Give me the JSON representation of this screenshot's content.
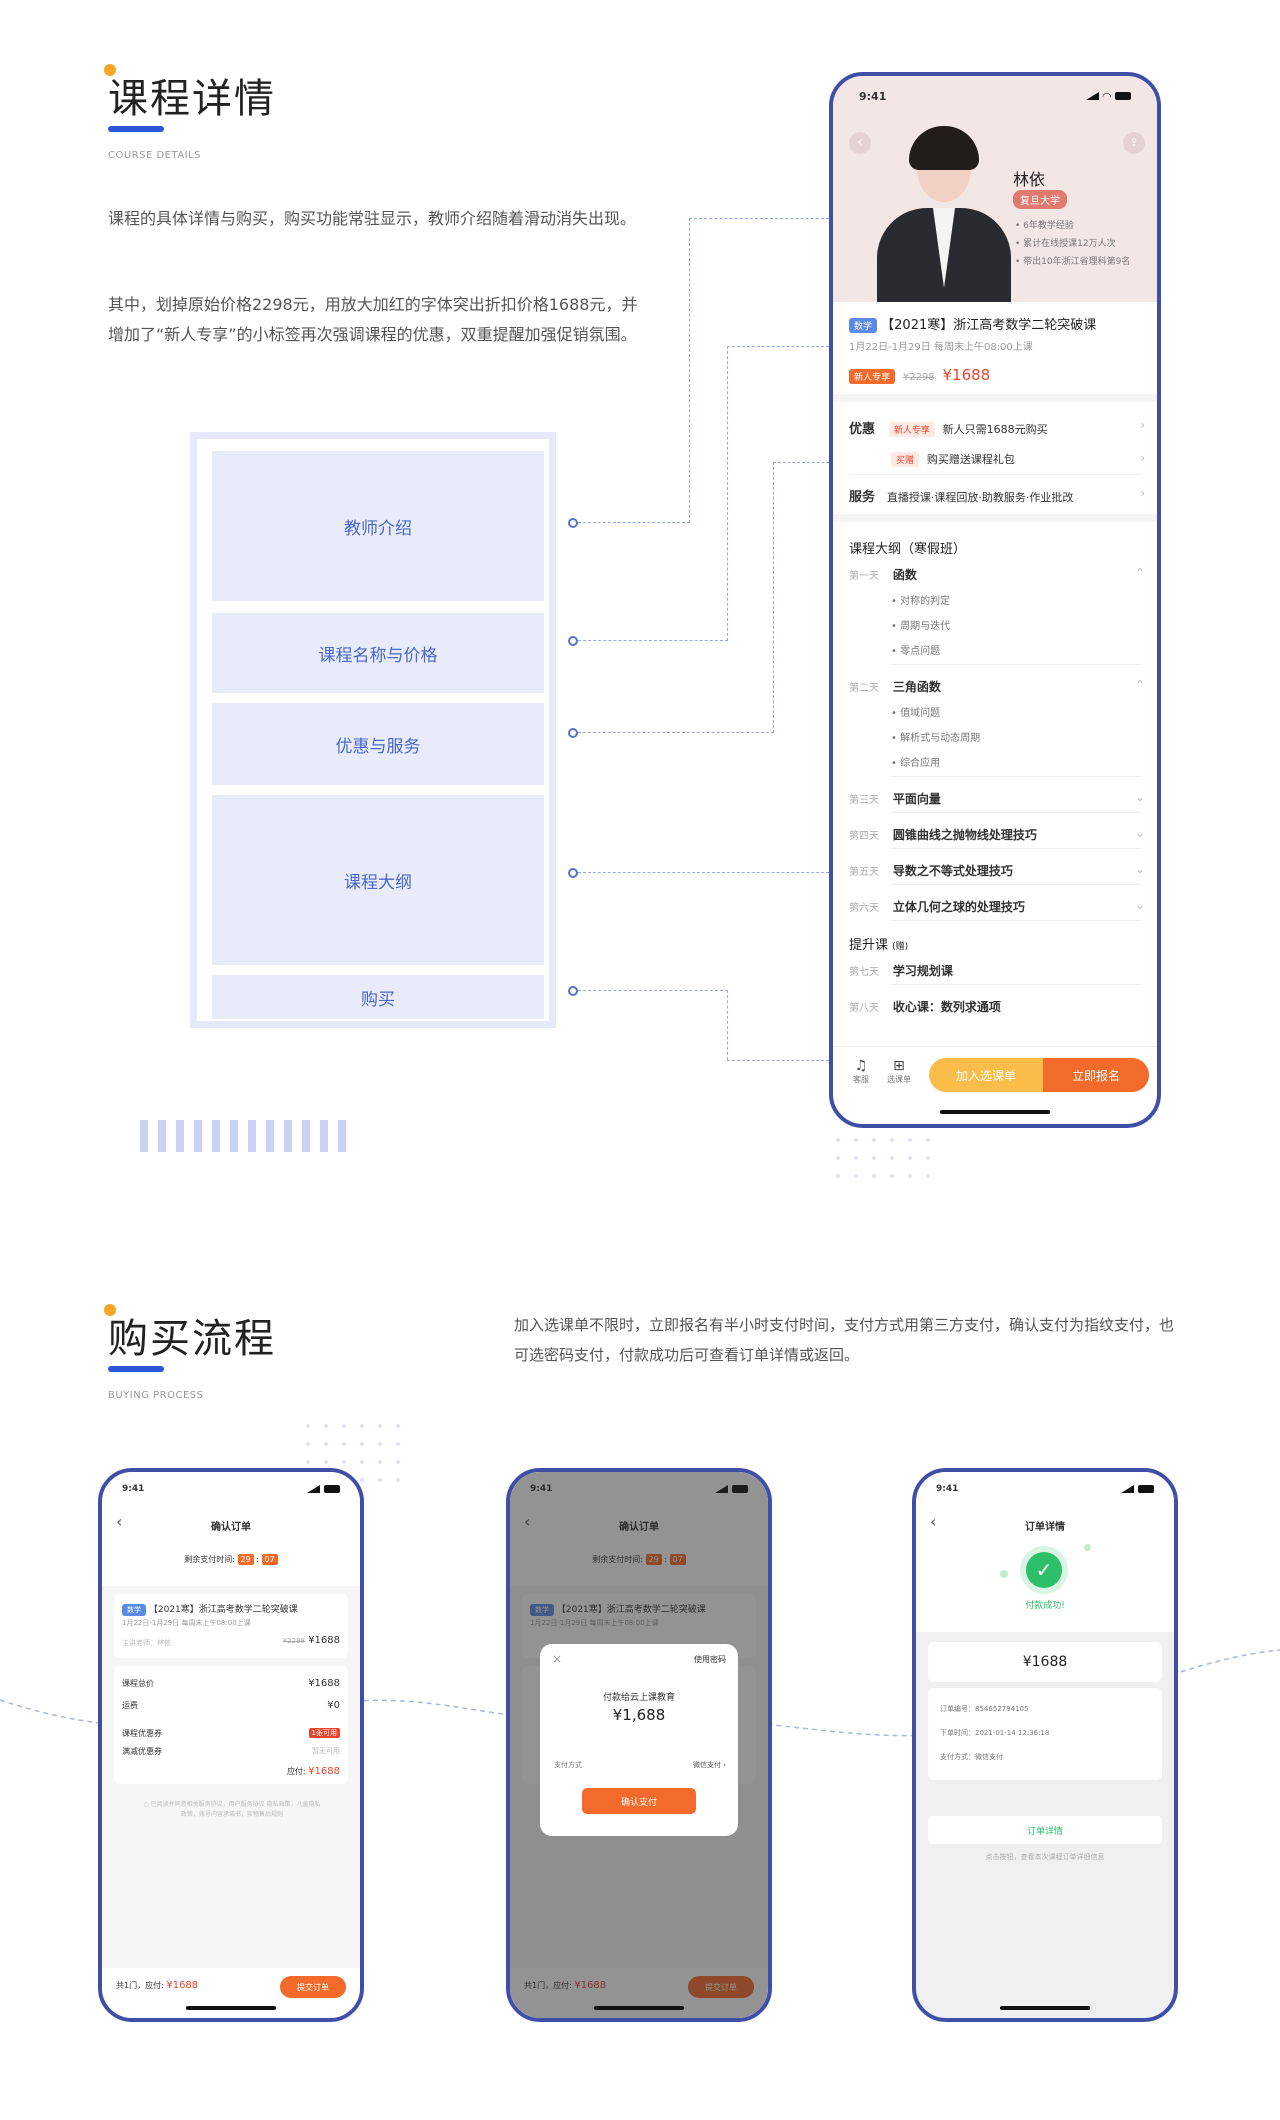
{
  "section1": {
    "title": "课程详情",
    "subtitle": "COURSE DETAILS",
    "para1": "课程的具体详情与购买，购买功能常驻显示，教师介绍随着滑动消失出现。",
    "para2": "其中，划掉原始价格2298元，用放大加红的字体突出折扣价格1688元，并增加了“新人专享”的小标签再次强调课程的优惠，双重提醒加强促销氛围。",
    "wireframe": [
      "教师介绍",
      "课程名称与价格",
      "优惠与服务",
      "课程大纲",
      "购买"
    ]
  },
  "detail_phone": {
    "time": "9:41",
    "teacher_name": "林依",
    "teacher_school": "复旦大学",
    "teacher_points": [
      "6年教学经验",
      "累计在线授课12万人次",
      "带出10年浙江省理科第9名"
    ],
    "subject_tag": "数学",
    "course_title": "【2021寒】浙江高考数学二轮突破课",
    "course_time": "1月22日-1月29日 每周末上午08:00上课",
    "new_tag": "新人专享",
    "old_price": "¥2298",
    "price": "¥1688",
    "discount_label": "优惠",
    "discount1_tag": "新人专享",
    "discount1_text": "新人只需1688元购买",
    "discount2_tag": "买赠",
    "discount2_text": "购买赠送课程礼包",
    "service_label": "服务",
    "service_text": "直播授课·课程回放·助教服务·作业批改",
    "outline_title": "课程大纲（寒假班）",
    "day1": "第一天",
    "day1_title": "函数",
    "day1_items": [
      "对称的判定",
      "周期与迭代",
      "零点问题"
    ],
    "day2": "第二天",
    "day2_title": "三角函数",
    "day2_items": [
      "值域问题",
      "解析式与动态周期",
      "综合应用"
    ],
    "day3": "第三天",
    "day3_title": "平面向量",
    "day4": "第四天",
    "day4_title": "圆锥曲线之抛物线处理技巧",
    "day5": "第五天",
    "day5_title": "导数之不等式处理技巧",
    "day6": "第六天",
    "day6_title": "立体几何之球的处理技巧",
    "upgrade_title": "提升课",
    "upgrade_tag": "(赠)",
    "day7": "第七天",
    "day7_title": "学习规划课",
    "day8": "第八天",
    "day8_title": "收心课：数列求通项",
    "service_btn": "客服",
    "cart_btn": "选课单",
    "add_cart": "加入选课单",
    "enroll": "立即报名"
  },
  "section2": {
    "title": "购买流程",
    "subtitle": "BUYING PROCESS",
    "desc": "加入选课单不限时，立即报名有半小时支付时间，支付方式用第三方支付，确认支付为指纹支付，也可选密码支付，付款成功后可查看订单详情或返回。"
  },
  "order_phone": {
    "time": "9:41",
    "title": "确认订单",
    "countdown_label": "剩余支付时间:",
    "min": "29",
    "sec": "07",
    "subject_tag": "数学",
    "course_title": "【2021寒】浙江高考数学二轮突破课",
    "course_time": "1月22日-1月29日 每周末上午08:00上课",
    "teacher": "主讲老师：林依",
    "old_price": "¥2298",
    "price": "¥1688",
    "total_label": "课程总价",
    "total_value": "¥1688",
    "freight_label": "运费",
    "freight_value": "¥0",
    "coupon_label": "课程优惠券",
    "coupon_value": "1张可用",
    "reduce_label": "满减优惠券",
    "reduce_value": "暂无可用",
    "due_label": "应付:",
    "due_value": "¥1688",
    "agreement": "已阅读并同意相关服务协议，用户服务协议 隐私政策，儿童隐私政策，账号内容承诺书，实物售后规则",
    "footer_count": "共1门，应付:",
    "footer_price": "¥1688",
    "submit": "提交订单"
  },
  "pay_phone": {
    "use_password": "使用密码",
    "payee": "付款给云上课教育",
    "amount": "¥1,688",
    "method_label": "支付方式",
    "method_value": "微信支付",
    "confirm": "确认支付"
  },
  "result_phone": {
    "time": "9:41",
    "title": "订单详情",
    "success": "付款成功!",
    "amount": "¥1688",
    "order_no": "订单编号：854652794105",
    "order_time": "下单时间：2021-01-14 12:36:18",
    "pay_method": "支付方式：微信支付",
    "detail_btn": "订单详情",
    "hint": "点击按钮，查看本次课程订单详细信息"
  },
  "colors": {
    "accent": "#2d56d6",
    "orange": "#f26b2a",
    "red": "#e8452c",
    "frame": "#3f4fa8"
  }
}
